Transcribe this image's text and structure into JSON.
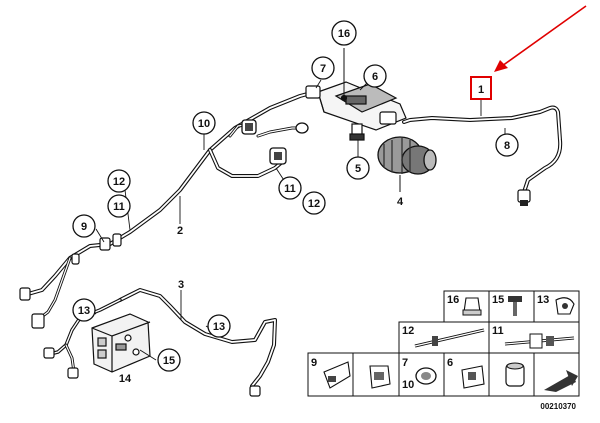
{
  "callouts": {
    "c1": "1",
    "c2": "2",
    "c3": "3",
    "c4": "4",
    "c5": "5",
    "c6": "6",
    "c7": "7",
    "c8": "8",
    "c9": "9",
    "c10": "10",
    "c11a": "11",
    "c11b": "11",
    "c12a": "12",
    "c12b": "12",
    "c13a": "13",
    "c13b": "13",
    "c14": "14",
    "c15": "15",
    "c16": "16"
  },
  "table": {
    "r1c1": "16",
    "r1c2": "15",
    "r1c3": "13",
    "r2c1": "12",
    "r2c2": "11",
    "r3c1": "9",
    "r3c2": "7",
    "r3c2b": "10",
    "r3c3": "6"
  },
  "diagram_code": "00210370",
  "colors": {
    "highlight": "#e00000",
    "line": "#111111"
  }
}
